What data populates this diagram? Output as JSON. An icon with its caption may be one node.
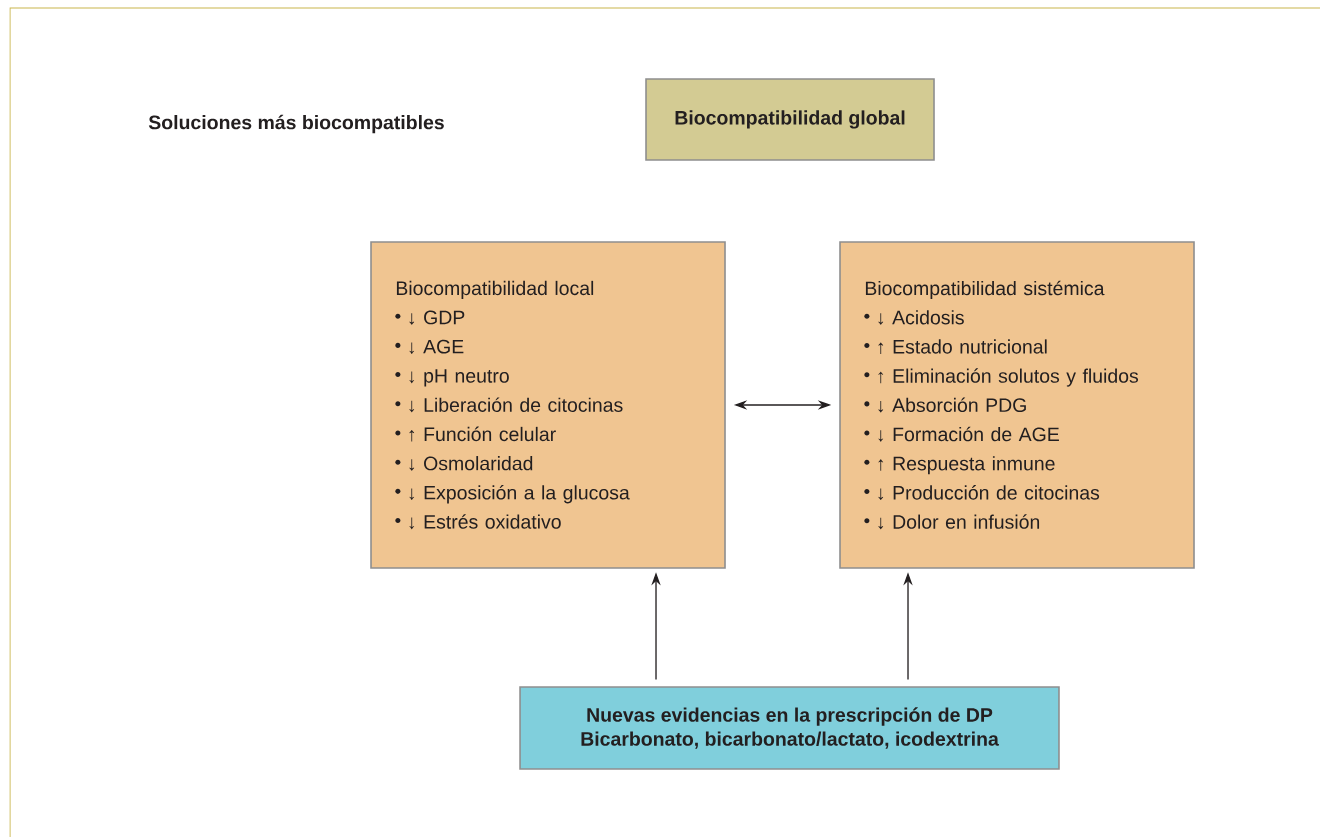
{
  "diagram": {
    "nodes": [
      {
        "text": [
          "Biocompatibilidad global"
        ]
      },
      {
        "text": [
          "Biocompatibilidad local",
          "↓ GDP",
          "↓ AGE",
          "↓ pH neutro",
          "↓ Liberación de citocinas",
          "↑ Función celular",
          "↓ Osmolaridad",
          "↓ Exposición a la glucosa",
          "↓ Estrés oxidativo"
        ]
      },
      {
        "text": [
          "Biocompatibilidad sistémica",
          "↓ Acidosis",
          "↑ Estado nutricional",
          "↑ Eliminación solutos y fluidos",
          "↓ Absorción PDG",
          "↓ Formación de AGE",
          "↑ Respuesta inmune",
          "↓ Producción de citocinas",
          "↓ Dolor en infusión"
        ]
      },
      {
        "text": [
          "Nuevas evidencias en la prescripción de DP",
          "Bicarbonato, bicarbonato/lactato, icodextrina"
        ]
      }
    ],
    "edges": [
      {
        "from": 1,
        "to": 2,
        "arrow": "both"
      },
      {
        "from": 3,
        "to": 1,
        "arrow": "to"
      },
      {
        "from": 3,
        "to": 2,
        "arrow": "to"
      }
    ],
    "labels": [
      "Soluciones más biocompatibles"
    ]
  }
}
